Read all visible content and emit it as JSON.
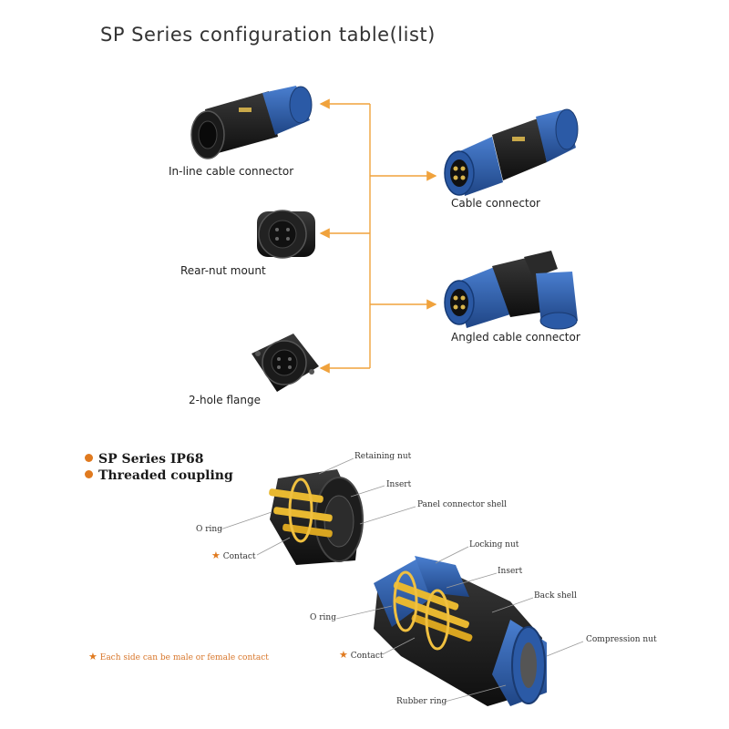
{
  "title": "SP Series configuration table(list)",
  "products": {
    "inline": "In-line cable connector",
    "rear_nut": "Rear-nut mount",
    "two_hole": "2-hole flange",
    "cable": "Cable connector",
    "angled": "Angled cable connector"
  },
  "features": [
    "SP Series IP68",
    "Threaded coupling"
  ],
  "parts": {
    "retaining_nut": "Retaining nut",
    "insert_top": "Insert",
    "panel_shell": "Panel connector shell",
    "o_ring_top": "O ring",
    "contact_top": "Contact",
    "locking_nut": "Locking nut",
    "insert_bottom": "Insert",
    "back_shell": "Back shell",
    "o_ring_bottom": "O ring",
    "compression_nut": "Compression nut",
    "contact_bottom": "Contact",
    "rubber_ring": "Rubber ring"
  },
  "note": "Each side can be male or female contact",
  "colors": {
    "arrow": "#f0a23c",
    "bullet": "#e07a1f",
    "blue": "#2f5fa8",
    "black": "#1e1e1e",
    "gold": "#e8b830"
  },
  "icons": {
    "star": "★"
  }
}
